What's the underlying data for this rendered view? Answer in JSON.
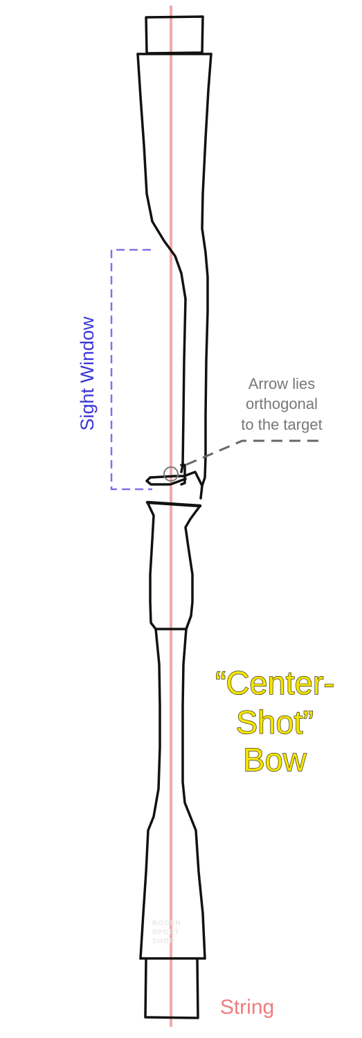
{
  "diagram": {
    "sight_window_label": "Sight Window",
    "arrow_note_lines": [
      "Arrow lies",
      "orthogonal",
      "to the target"
    ],
    "title_lines": [
      "“Center-",
      "Shot”",
      "Bow"
    ],
    "string_label": "String",
    "watermark_logo": "BOGEN SPORT SHOP",
    "colors": {
      "outline": "#111111",
      "string": "#f4a9a8",
      "string_label": "#ef7d7d",
      "sight_window": "#8170e8",
      "sight_label": "#3a36d6",
      "arrow_note": "#777777",
      "leader": "#666666",
      "title_fill": "#f5e400",
      "title_stroke": "#111111",
      "watermark": "#e6e6e6"
    }
  }
}
